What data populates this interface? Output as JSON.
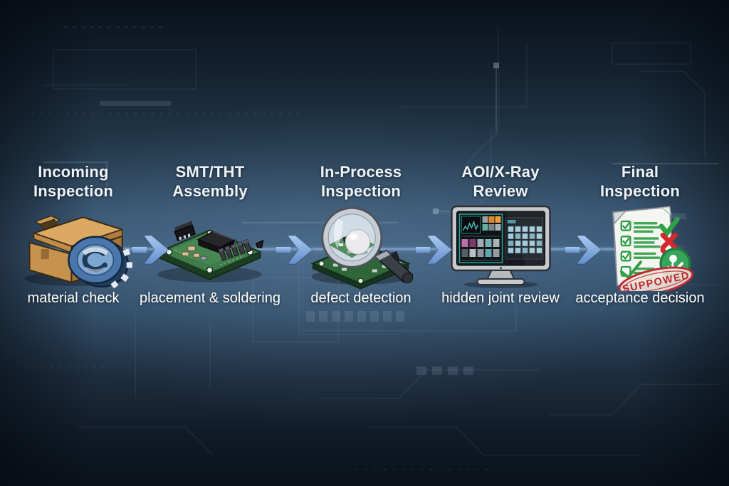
{
  "diagram": {
    "type": "process-flow",
    "stages": [
      {
        "title_line1": "Incoming",
        "title_line2": "Inspection",
        "caption": "material check",
        "icon": "box-reel-icon"
      },
      {
        "title_line1": "SMT/THT",
        "title_line2": "Assembly",
        "caption": "placement & soldering",
        "icon": "pcb-board-icon"
      },
      {
        "title_line1": "In-Process",
        "title_line2": "Inspection",
        "caption": "defect detection",
        "icon": "magnifier-pcb-icon"
      },
      {
        "title_line1": "AOI/X-Ray",
        "title_line2": "Review",
        "caption": "hidden joint review",
        "icon": "xray-monitor-icon"
      },
      {
        "title_line1": "Final",
        "title_line2": "Inspection",
        "caption": "acceptance decision",
        "icon": "checklist-stamp-icon"
      }
    ],
    "stamp_text": "SUPPOWED",
    "colors": {
      "background_dark": "#0d141e",
      "band_blue": "#41607e",
      "arrow_blue": "#7fa9e0",
      "title_text": "#edf2f8",
      "caption_text": "#ffffff",
      "pcb_green": "#3e7b49",
      "check_green": "#2fa045",
      "reject_red": "#d4292e",
      "box_tan": "#c6934f",
      "reel_blue": "#4a77ab"
    }
  }
}
